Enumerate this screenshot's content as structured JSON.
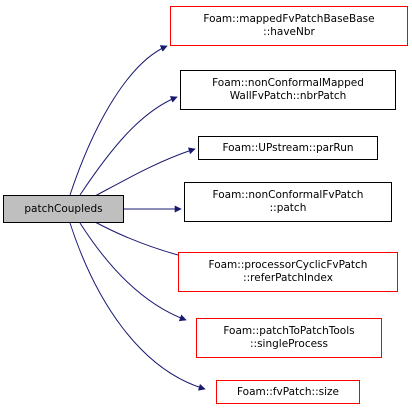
{
  "graph": {
    "root": {
      "label": "patchCoupleds"
    },
    "callees": [
      {
        "lines": [
          "Foam::mappedFvPatchBaseBase",
          "::haveNbr"
        ],
        "border": "#ff0000"
      },
      {
        "lines": [
          "Foam::nonConformalMapped",
          "WallFvPatch::nbrPatch"
        ],
        "border": "#000000"
      },
      {
        "lines": [
          "Foam::UPstream::parRun"
        ],
        "border": "#000000"
      },
      {
        "lines": [
          "Foam::nonConformalFvPatch",
          "::patch"
        ],
        "border": "#000000"
      },
      {
        "lines": [
          "Foam::processorCyclicFvPatch",
          "::referPatchIndex"
        ],
        "border": "#ff0000"
      },
      {
        "lines": [
          "Foam::patchToPatchTools",
          "::singleProcess"
        ],
        "border": "#ff0000"
      },
      {
        "lines": [
          "Foam::fvPatch::size"
        ],
        "border": "#ff0000"
      }
    ],
    "edge_color": "#191970"
  }
}
